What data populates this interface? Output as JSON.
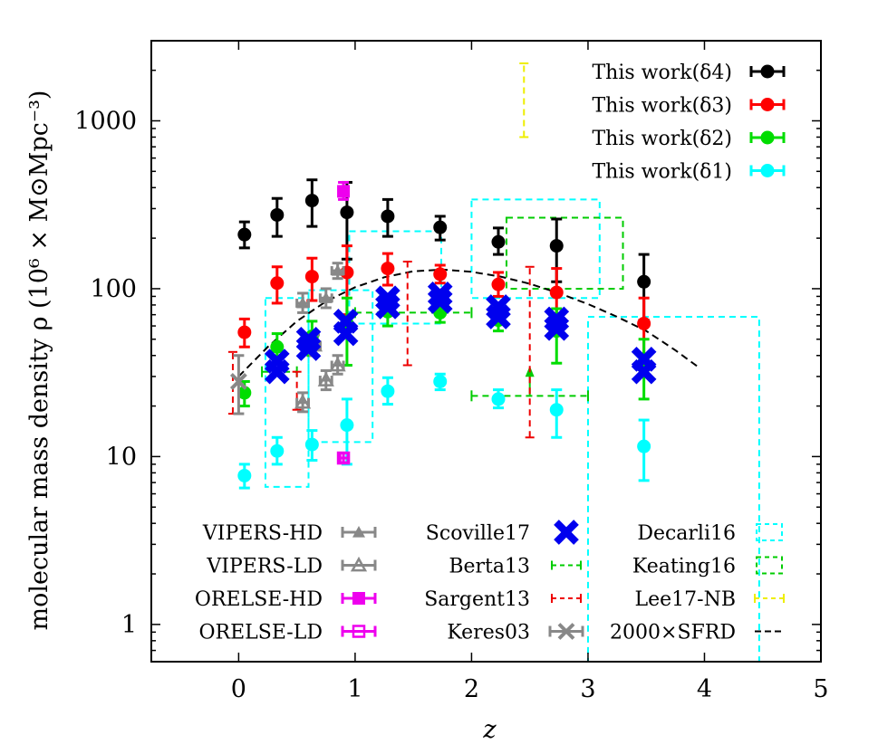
{
  "chart_data": {
    "type": "scatter",
    "title": "",
    "xlabel": "z",
    "ylabel": "molecular mass density ρ (10⁶ × M⊙Mpc⁻³)",
    "x_ticks": [
      "0",
      "1",
      "2",
      "3",
      "4",
      "5"
    ],
    "y_ticks": [
      "1",
      "10",
      "100",
      "1000"
    ],
    "xlim": [
      -0.75,
      5
    ],
    "ylim": [
      0.6,
      3000
    ],
    "yscale": "log",
    "grid": false,
    "colors": {
      "this_work_d4": "#000000",
      "this_work_d3": "#ff0000",
      "this_work_d2": "#00dd00",
      "this_work_d1": "#00ffff",
      "vipers": "#888888",
      "orelse": "#ee00ee",
      "scoville": "#0000ee",
      "berta": "#00cc00",
      "sargent": "#ee0000",
      "keres": "#888888",
      "decarli": "#00ffff",
      "keating": "#00cc00",
      "lee": "#eeee00",
      "sfrd": "#000000"
    },
    "series": [
      {
        "name": "This work(δ4)",
        "color": "#000000",
        "marker": "circle",
        "points": [
          {
            "x": 0.05,
            "y": 210,
            "lo": 175,
            "hi": 250
          },
          {
            "x": 0.33,
            "y": 275,
            "lo": 205,
            "hi": 345
          },
          {
            "x": 0.63,
            "y": 335,
            "lo": 235,
            "hi": 445
          },
          {
            "x": 0.93,
            "y": 285,
            "lo": 150,
            "hi": 430
          },
          {
            "x": 1.28,
            "y": 270,
            "lo": 205,
            "hi": 340
          },
          {
            "x": 1.73,
            "y": 232,
            "lo": 195,
            "hi": 270
          },
          {
            "x": 2.23,
            "y": 190,
            "lo": 160,
            "hi": 230
          },
          {
            "x": 2.73,
            "y": 180,
            "lo": 110,
            "hi": 260
          },
          {
            "x": 3.48,
            "y": 110,
            "lo": 65,
            "hi": 160
          }
        ]
      },
      {
        "name": "This work(δ3)",
        "color": "#ff0000",
        "marker": "circle",
        "points": [
          {
            "x": 0.05,
            "y": 55,
            "lo": 45,
            "hi": 66
          },
          {
            "x": 0.33,
            "y": 108,
            "lo": 82,
            "hi": 135
          },
          {
            "x": 0.63,
            "y": 118,
            "lo": 85,
            "hi": 152
          },
          {
            "x": 0.93,
            "y": 125,
            "lo": 70,
            "hi": 180
          },
          {
            "x": 1.28,
            "y": 132,
            "lo": 105,
            "hi": 162
          },
          {
            "x": 1.73,
            "y": 122,
            "lo": 108,
            "hi": 138
          },
          {
            "x": 2.23,
            "y": 106,
            "lo": 90,
            "hi": 125
          },
          {
            "x": 2.73,
            "y": 95,
            "lo": 55,
            "hi": 132
          },
          {
            "x": 3.48,
            "y": 62,
            "lo": 35,
            "hi": 88
          }
        ]
      },
      {
        "name": "This work(δ2)",
        "color": "#00dd00",
        "marker": "circle",
        "points": [
          {
            "x": 0.05,
            "y": 24,
            "lo": 20,
            "hi": 28
          },
          {
            "x": 0.33,
            "y": 45,
            "lo": 36,
            "hi": 54
          },
          {
            "x": 0.63,
            "y": 52,
            "lo": 40,
            "hi": 64
          },
          {
            "x": 0.93,
            "y": 62,
            "lo": 35,
            "hi": 88
          },
          {
            "x": 1.28,
            "y": 73,
            "lo": 60,
            "hi": 87
          },
          {
            "x": 1.73,
            "y": 72,
            "lo": 63,
            "hi": 81
          },
          {
            "x": 2.23,
            "y": 65,
            "lo": 56,
            "hi": 75
          },
          {
            "x": 2.73,
            "y": 56,
            "lo": 36,
            "hi": 76
          },
          {
            "x": 3.48,
            "y": 36,
            "lo": 22,
            "hi": 50
          }
        ]
      },
      {
        "name": "This work(δ1)",
        "color": "#00ffff",
        "marker": "circle",
        "points": [
          {
            "x": 0.05,
            "y": 7.7,
            "lo": 6.5,
            "hi": 9.0
          },
          {
            "x": 0.33,
            "y": 10.8,
            "lo": 9.0,
            "hi": 13.0
          },
          {
            "x": 0.63,
            "y": 11.8,
            "lo": 9.5,
            "hi": 14.3
          },
          {
            "x": 0.93,
            "y": 15.4,
            "lo": 9.0,
            "hi": 22.0
          },
          {
            "x": 1.28,
            "y": 24.5,
            "lo": 20.5,
            "hi": 29.5
          },
          {
            "x": 1.73,
            "y": 28,
            "lo": 25,
            "hi": 31
          },
          {
            "x": 2.23,
            "y": 22,
            "lo": 19.5,
            "hi": 25
          },
          {
            "x": 2.73,
            "y": 19,
            "lo": 13,
            "hi": 25
          },
          {
            "x": 3.48,
            "y": 11.5,
            "lo": 7.2,
            "hi": 16.5
          }
        ]
      },
      {
        "name": "VIPERS-HD",
        "color": "#888888",
        "marker": "triangle-filled",
        "points": [
          {
            "x": 0.55,
            "y": 82,
            "xlo": 0.5,
            "xhi": 0.6,
            "lo": 72,
            "hi": 94
          },
          {
            "x": 0.65,
            "y": 46,
            "xlo": 0.6,
            "xhi": 0.7,
            "lo": 40,
            "hi": 53
          },
          {
            "x": 0.75,
            "y": 88,
            "xlo": 0.7,
            "xhi": 0.8,
            "lo": 77,
            "hi": 100
          },
          {
            "x": 0.85,
            "y": 128,
            "xlo": 0.8,
            "xhi": 0.9,
            "lo": 115,
            "hi": 142
          }
        ]
      },
      {
        "name": "VIPERS-LD",
        "color": "#888888",
        "marker": "triangle-open",
        "points": [
          {
            "x": 0.55,
            "y": 21,
            "xlo": 0.5,
            "xhi": 0.6,
            "lo": 18.5,
            "hi": 24
          },
          {
            "x": 0.65,
            "y": 46,
            "xlo": 0.6,
            "xhi": 0.7,
            "lo": 40,
            "hi": 53
          },
          {
            "x": 0.75,
            "y": 28.5,
            "xlo": 0.7,
            "xhi": 0.8,
            "lo": 25,
            "hi": 32.5
          },
          {
            "x": 0.85,
            "y": 35,
            "xlo": 0.8,
            "xhi": 0.9,
            "lo": 31,
            "hi": 40
          }
        ]
      },
      {
        "name": "ORELSE-HD",
        "color": "#ee00ee",
        "marker": "square-filled",
        "points": [
          {
            "x": 0.9,
            "y": 380,
            "xlo": 0.87,
            "xhi": 0.94,
            "lo": 340,
            "hi": 430
          }
        ]
      },
      {
        "name": "ORELSE-LD",
        "color": "#ee00ee",
        "marker": "square-open",
        "points": [
          {
            "x": 0.9,
            "y": 9.8,
            "xlo": 0.87,
            "xhi": 0.94,
            "lo": 9.2,
            "hi": 10.5
          }
        ]
      },
      {
        "name": "Scoville17",
        "color": "#0000ee",
        "marker": "big-x",
        "points": [
          {
            "x": 0.33,
            "y": 32
          },
          {
            "x": 0.33,
            "y": 37
          },
          {
            "x": 0.6,
            "y": 44
          },
          {
            "x": 0.6,
            "y": 50
          },
          {
            "x": 0.92,
            "y": 54
          },
          {
            "x": 0.92,
            "y": 64
          },
          {
            "x": 1.28,
            "y": 78
          },
          {
            "x": 1.28,
            "y": 88
          },
          {
            "x": 1.73,
            "y": 84
          },
          {
            "x": 1.73,
            "y": 93
          },
          {
            "x": 2.23,
            "y": 68
          },
          {
            "x": 2.23,
            "y": 78
          },
          {
            "x": 2.73,
            "y": 58
          },
          {
            "x": 2.73,
            "y": 66
          },
          {
            "x": 3.48,
            "y": 32
          },
          {
            "x": 3.48,
            "y": 38
          }
        ]
      },
      {
        "name": "Berta13",
        "color": "#00cc00",
        "style": "dashed-h-bar",
        "segments": [
          {
            "x0": 0.2,
            "x1": 0.5,
            "y": 32
          },
          {
            "x0": 1.0,
            "x1": 2.0,
            "y": 72
          },
          {
            "x0": 2.0,
            "x1": 3.0,
            "y": 23,
            "arrow_x": 2.5,
            "arrow_to": 33
          }
        ]
      },
      {
        "name": "Sargent13",
        "color": "#ee0000",
        "style": "dashed-v-bar",
        "segments": [
          {
            "x": -0.05,
            "y0": 18,
            "y1": 42
          },
          {
            "x": 0.5,
            "y0": 19,
            "y1": 32
          },
          {
            "x": 1.45,
            "y0": 35,
            "y1": 145
          },
          {
            "x": 2.5,
            "y0": 13,
            "y1": 135
          }
        ]
      },
      {
        "name": "Keres03",
        "color": "#888888",
        "marker": "cross",
        "points": [
          {
            "x": 0.0,
            "y": 28,
            "lo": 18,
            "hi": 40
          }
        ]
      },
      {
        "name": "Decarli16",
        "color": "#00ffff",
        "style": "dashed-box",
        "boxes": [
          {
            "x0": 0.23,
            "x1": 0.6,
            "y0": 6.6,
            "y1": 88
          },
          {
            "x0": 0.6,
            "x1": 1.15,
            "y0": 12.2,
            "y1": 98
          },
          {
            "x0": 0.95,
            "x1": 1.74,
            "y0": 62,
            "y1": 220
          },
          {
            "x0": 2.0,
            "x1": 3.1,
            "y0": 88,
            "y1": 340
          },
          {
            "x0": 3.0,
            "x1": 4.47,
            "y0": 0.6,
            "y1": 68
          }
        ]
      },
      {
        "name": "Keating16",
        "color": "#00cc00",
        "style": "dashed-box",
        "boxes": [
          {
            "x0": 2.3,
            "x1": 3.3,
            "y0": 100,
            "y1": 265
          }
        ]
      },
      {
        "name": "Lee17-NB",
        "color": "#eeee00",
        "style": "dashed-v-bar",
        "segments": [
          {
            "x": 2.45,
            "y0": 800,
            "y1": 2200
          }
        ]
      },
      {
        "name": "2000×SFRD",
        "color": "#000000",
        "style": "dashed-line",
        "points": [
          {
            "x": 0.0,
            "y": 30
          },
          {
            "x": 0.25,
            "y": 45
          },
          {
            "x": 0.5,
            "y": 64
          },
          {
            "x": 0.75,
            "y": 84
          },
          {
            "x": 1.0,
            "y": 102
          },
          {
            "x": 1.25,
            "y": 117
          },
          {
            "x": 1.5,
            "y": 127
          },
          {
            "x": 1.75,
            "y": 130
          },
          {
            "x": 2.0,
            "y": 126
          },
          {
            "x": 2.25,
            "y": 118
          },
          {
            "x": 2.5,
            "y": 107
          },
          {
            "x": 2.75,
            "y": 94
          },
          {
            "x": 3.0,
            "y": 81
          },
          {
            "x": 3.25,
            "y": 68
          },
          {
            "x": 3.5,
            "y": 56
          },
          {
            "x": 3.75,
            "y": 43
          },
          {
            "x": 3.95,
            "y": 34
          }
        ]
      }
    ],
    "legend": {
      "top_right": [
        "This work(δ4)",
        "This work(δ3)",
        "This work(δ2)",
        "This work(δ1)"
      ],
      "bottom_col1": [
        "VIPERS-HD",
        "VIPERS-LD",
        "ORELSE-HD",
        "ORELSE-LD"
      ],
      "bottom_col2": [
        "Scoville17",
        "Berta13",
        "Sargent13",
        "Keres03"
      ],
      "bottom_col3": [
        "Decarli16",
        "Keating16",
        "Lee17-NB",
        "2000×SFRD"
      ]
    }
  }
}
